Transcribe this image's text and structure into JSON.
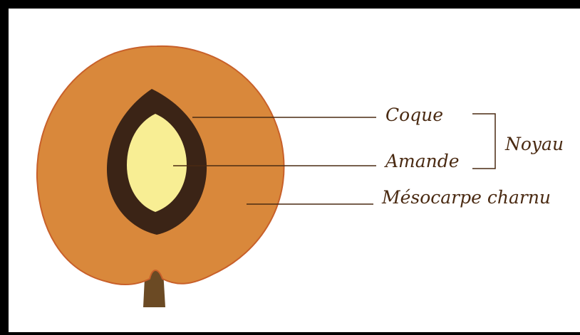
{
  "labels": {
    "coque": "Coque",
    "amande": "Amande",
    "mesocarpe": "Mésocarpe charnu",
    "noyau": "Noyau"
  },
  "colors": {
    "flesh": "#d9883b",
    "flesh_outline": "#c8602a",
    "shell": "#3b2416",
    "kernel": "#f8ee94",
    "stem": "#6b4a24",
    "line": "#4a2a12",
    "text": "#4a2a12",
    "border": "#000000"
  }
}
